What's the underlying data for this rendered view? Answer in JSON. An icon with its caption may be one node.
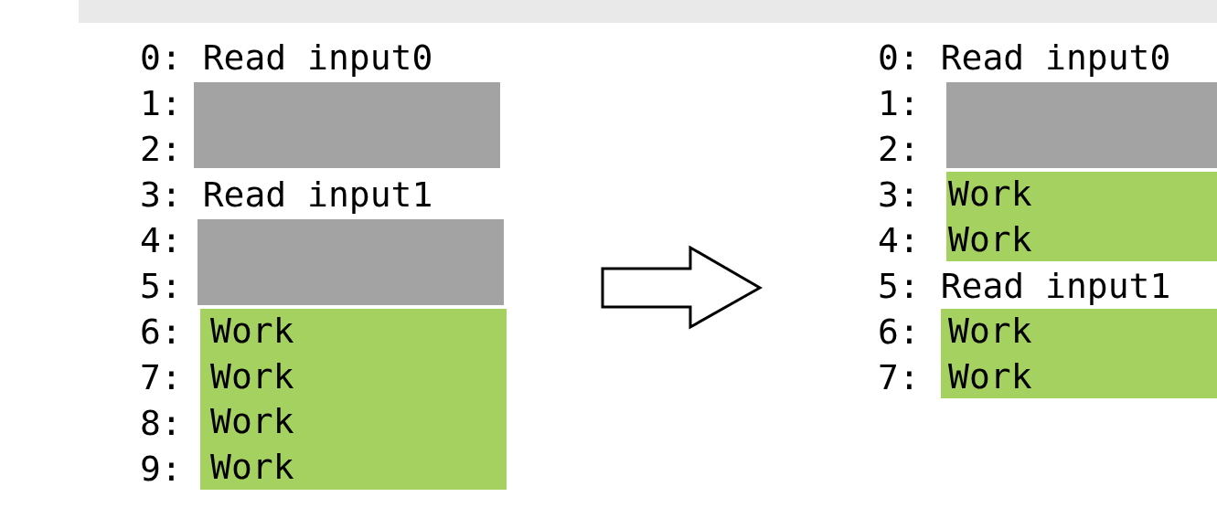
{
  "diagram": {
    "nodes": [
      {
        "text": [],
        "shape": "box"
      },
      {
        "text": [],
        "shape": "box"
      },
      {
        "text": [
          "Work",
          "Work",
          "Work",
          "Work"
        ]
      },
      {
        "text": [],
        "shape": "box"
      },
      {
        "text": [
          "Work",
          "Work"
        ]
      },
      {
        "text": [
          "Work",
          "Work"
        ]
      }
    ],
    "edges": [],
    "labels": [
      "0: Read input0",
      "1:",
      "2:",
      "3: Read input1",
      "4:",
      "5:",
      "6:",
      "7:",
      "8:",
      "9:",
      "0: Read input0",
      "1:",
      "2:",
      "3:",
      "4:",
      "5: Read input1",
      "6:",
      "7:"
    ]
  }
}
